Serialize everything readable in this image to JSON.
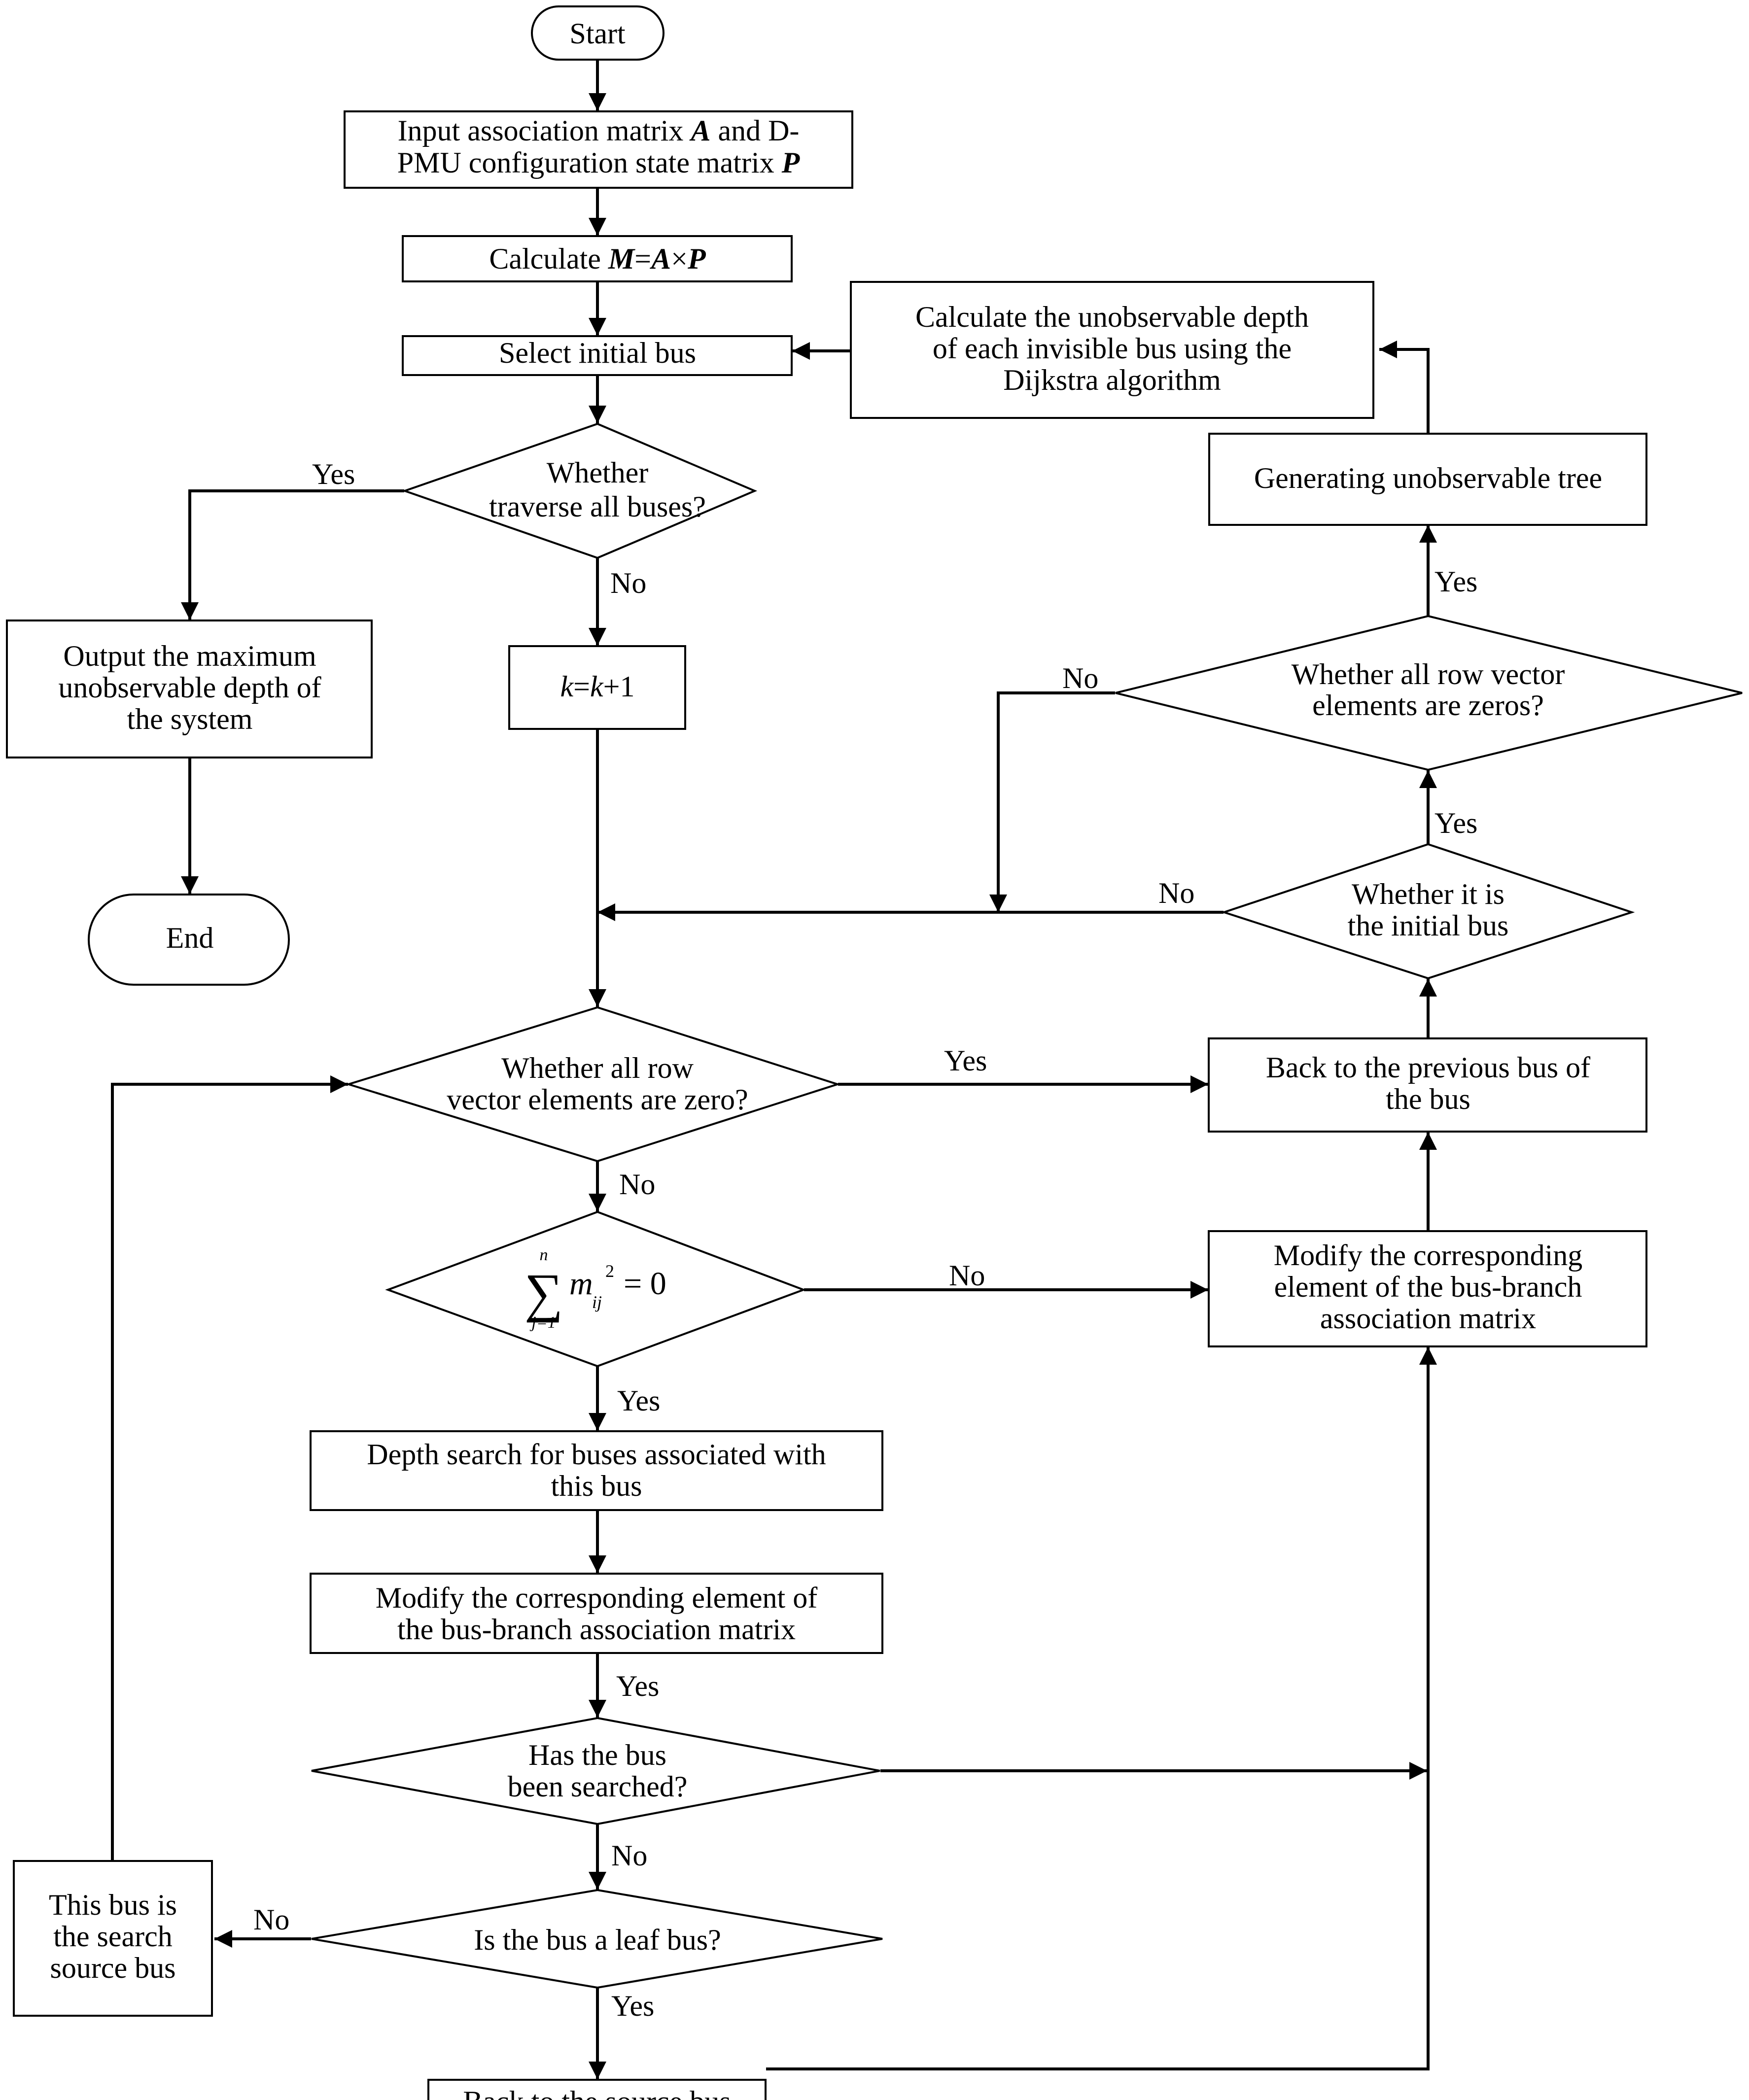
{
  "nodes": {
    "start": "Start",
    "end": "End",
    "input": {
      "line1_pre": "Input association matrix ",
      "line1_A": "A",
      "line1_post": " and D-",
      "line2_pre": "PMU configuration state matrix ",
      "line2_P": "P"
    },
    "calc_m": {
      "pre": "Calculate ",
      "M": "M",
      "eq": "=",
      "A": "A",
      "times": "×",
      "P": "P"
    },
    "select_initial": "Select initial bus",
    "dijkstra": [
      "Calculate the unobservable depth",
      "of each invisible bus using the",
      "Dijkstra algorithm"
    ],
    "gen_tree": "Generating unobservable tree",
    "traverse": [
      "Whether",
      "traverse all buses?"
    ],
    "output_depth": [
      "Output the maximum",
      "unobservable depth of",
      "the system"
    ],
    "k_inc": {
      "k1": "k",
      "eq": "=",
      "k2": "k",
      "plus": "+1"
    },
    "all_zeros_top": [
      "Whether all row vector",
      "elements are zeros?"
    ],
    "is_initial": [
      "Whether it is",
      "the initial bus"
    ],
    "all_zero": [
      "Whether all row",
      "vector elements are zero?"
    ],
    "back_previous": [
      "Back to the previous bus of",
      "the bus"
    ],
    "sum_formula": {
      "top": "n",
      "sigma": "∑",
      "bottom": "j=1",
      "m": "m",
      "sub": "ij",
      "sup": "2",
      "rhs": "= 0"
    },
    "modify_right": [
      "Modify the corresponding",
      "element of the bus-branch",
      "association matrix"
    ],
    "depth_search": [
      "Depth search for buses associated with",
      "this bus"
    ],
    "modify_mid": [
      "Modify the corresponding element of",
      "the bus-branch association matrix"
    ],
    "has_searched": [
      "Has the bus",
      "been searched?"
    ],
    "is_leaf": "Is the bus a leaf bus?",
    "search_source": [
      "This bus is",
      "the search",
      "source bus"
    ],
    "back_source": "Back to the source bus"
  },
  "edge_labels": {
    "traverse_yes": "Yes",
    "traverse_no": "No",
    "all_zeros_top_yes": "Yes",
    "all_zeros_top_no": "No",
    "is_initial_yes": "Yes",
    "is_initial_no": "No",
    "all_zero_yes": "Yes",
    "all_zero_no": "No",
    "sum_no": "No",
    "sum_yes": "Yes",
    "modify_mid_yes": "Yes",
    "searched_no": "No",
    "leaf_no": "No",
    "leaf_yes": "Yes"
  }
}
